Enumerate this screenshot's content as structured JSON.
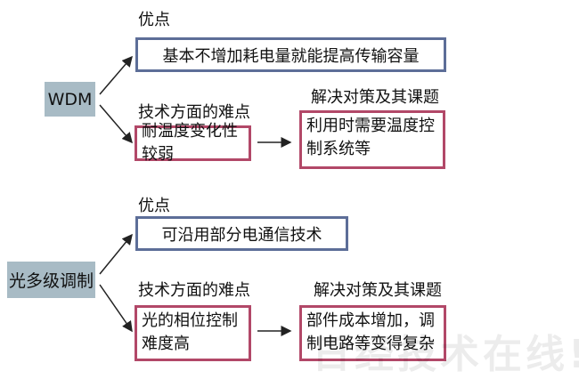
{
  "sections": [
    {
      "source": "WDM",
      "advantage_label": "优点",
      "advantage": "基本不增加耗电量就能提高传输容量",
      "difficulty_label": "技术方面的难点",
      "difficulty": "耐温度变化性较弱",
      "solution_label": "解决对策及其课题",
      "solution": "利用时需要温度控制系统等"
    },
    {
      "source": "光多级调制",
      "advantage_label": "优点",
      "advantage": "可沿用部分电通信技术",
      "difficulty_label": "技术方面的难点",
      "difficulty": "光的相位控制难度高",
      "solution_label": "解决对策及其课题",
      "solution": "部件成本增加，调制电路等变得复杂"
    }
  ],
  "watermark": "日经技术在线!",
  "colors": {
    "source_fill": "#a8bbc5",
    "advantage_border": "#5d6e98",
    "difficulty_border": "#b24868"
  }
}
